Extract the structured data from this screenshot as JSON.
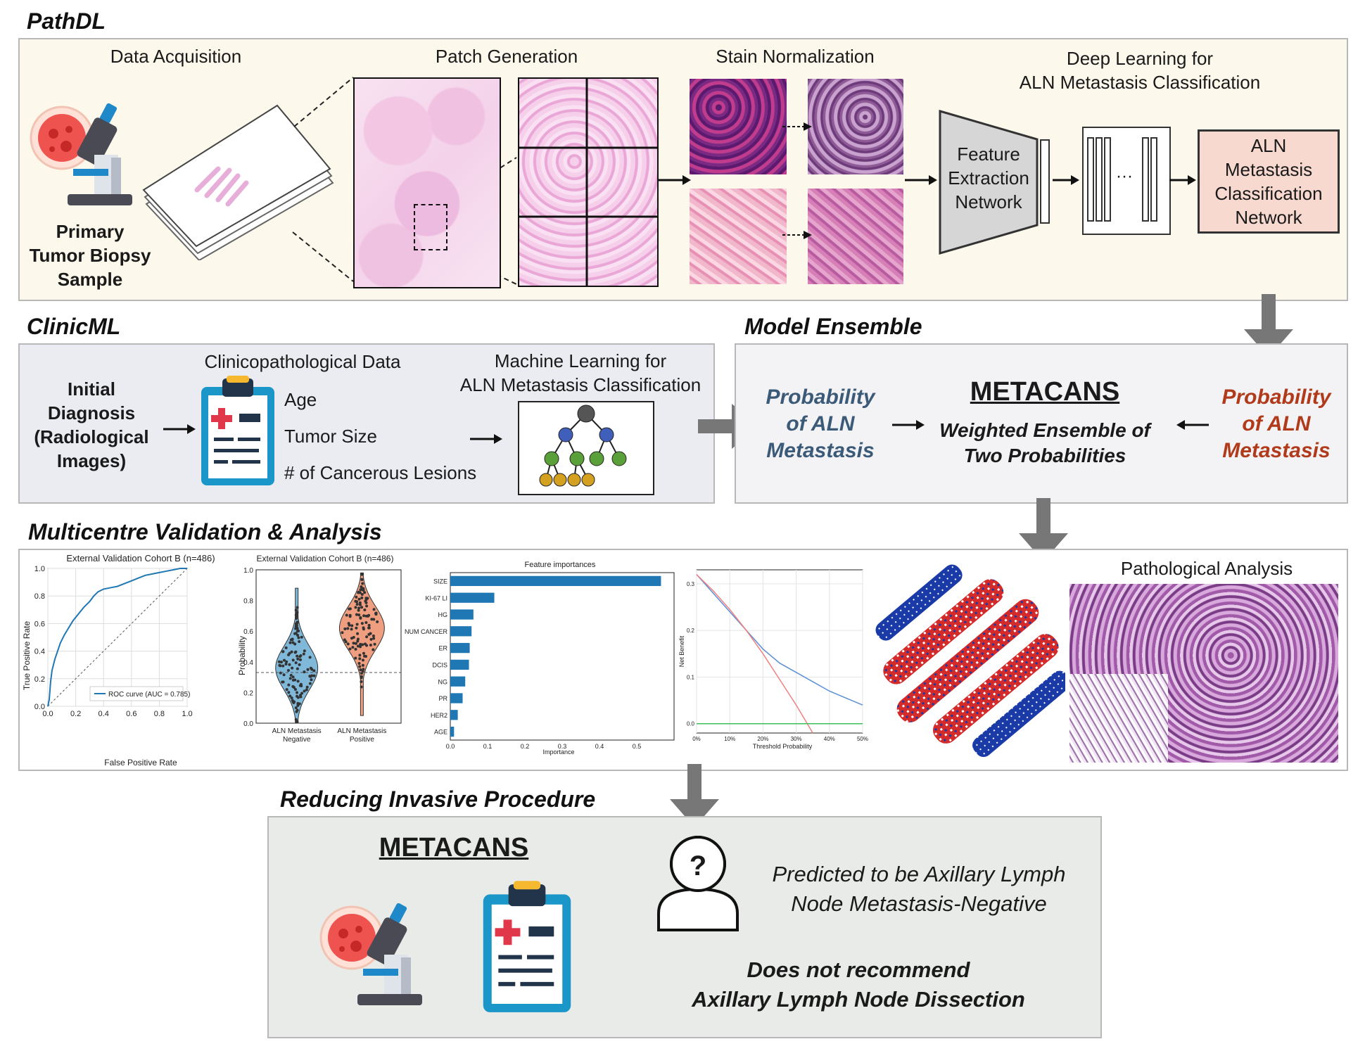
{
  "pathdl": {
    "title": "PathDL",
    "data_acquisition": "Data Acquisition",
    "sample_label": [
      "Primary",
      "Tumor Biopsy",
      "Sample"
    ],
    "patch_generation": "Patch Generation",
    "stain_normalization": "Stain Normalization",
    "deep_learning": [
      "Deep Learning for",
      "ALN Metastasis Classification"
    ],
    "feature_extraction": [
      "Feature",
      "Extraction",
      "Network"
    ],
    "ellipsis": "···",
    "aln_network": [
      "ALN",
      "Metastasis",
      "Classification",
      "Network"
    ]
  },
  "clinicml": {
    "title": "ClinicML",
    "initial_diagnosis": [
      "Initial",
      "Diagnosis",
      "(Radiological",
      "Images)"
    ],
    "clinicopathological": "Clinicopathological Data",
    "features": [
      "Age",
      "Tumor Size",
      "# of Cancerous Lesions"
    ],
    "ml_title": [
      "Machine Learning for",
      "ALN Metastasis Classification"
    ]
  },
  "ensemble": {
    "title": "Model Ensemble",
    "prob_left": [
      "Probability",
      "of ALN",
      "Metastasis"
    ],
    "metacans": "METACANS",
    "weighted": [
      "Weighted Ensemble of",
      "Two Probabilities"
    ],
    "prob_right": [
      "Probability",
      "of ALN",
      "Metastasis"
    ],
    "color_left": "#3a5a78",
    "color_right": "#b03a1a"
  },
  "validation": {
    "title": "Multicentre Validation & Analysis",
    "pathological_analysis": "Pathological Analysis"
  },
  "reducing": {
    "title": "Reducing Invasive Procedure",
    "metacans": "METACANS",
    "question_mark": "?",
    "predicted": [
      "Predicted to be Axillary Lymph",
      "Node Metastasis-Negative"
    ],
    "recommend": [
      "Does not recommend",
      "Axillary Lymph Node Dissection"
    ]
  },
  "chart_data": [
    {
      "type": "line",
      "title": "External Validation Cohort B (n=486)",
      "xlabel": "False Positive Rate",
      "ylabel": "True Positive Rate",
      "xlim": [
        0,
        1
      ],
      "ylim": [
        0,
        1
      ],
      "xticks": [
        "0.0",
        "0.2",
        "0.4",
        "0.6",
        "0.8",
        "1.0"
      ],
      "yticks": [
        "0.0",
        "0.2",
        "0.4",
        "0.6",
        "0.8",
        "1.0"
      ],
      "legend": "bottom-right",
      "grid": true,
      "series": [
        {
          "name": "ROC curve (AUC = 0.785)",
          "x": [
            0,
            0.01,
            0.02,
            0.03,
            0.05,
            0.07,
            0.09,
            0.12,
            0.15,
            0.18,
            0.22,
            0.26,
            0.3,
            0.33,
            0.36,
            0.4,
            0.45,
            0.5,
            0.55,
            0.6,
            0.65,
            0.7,
            0.75,
            0.8,
            0.85,
            0.9,
            0.95,
            1.0
          ],
          "y": [
            0,
            0.05,
            0.18,
            0.26,
            0.34,
            0.4,
            0.46,
            0.52,
            0.57,
            0.62,
            0.67,
            0.72,
            0.76,
            0.8,
            0.83,
            0.85,
            0.86,
            0.87,
            0.89,
            0.91,
            0.93,
            0.95,
            0.96,
            0.97,
            0.98,
            0.99,
            1.0,
            1.0
          ]
        }
      ]
    },
    {
      "type": "scatter",
      "title": "External Validation Cohort B (n=486)",
      "xlabel": "",
      "ylabel": "Probability",
      "ylim": [
        0,
        1
      ],
      "yticks": [
        "0.0",
        "0.2",
        "0.4",
        "0.6",
        "0.8",
        "1.0"
      ],
      "categories": [
        "ALN Metastasis Negative",
        "ALN Metastasis Positive"
      ],
      "threshold": 0.33,
      "colors": [
        "#7fb8d8",
        "#ef9f80"
      ]
    },
    {
      "type": "bar",
      "title": "Feature importances",
      "xlabel": "Importance",
      "categories": [
        "SIZE",
        "KI-67 LI",
        "HG",
        "NUM CANCER",
        "ER",
        "DCIS",
        "NG",
        "PR",
        "HER2",
        "AGE"
      ],
      "values": [
        0.565,
        0.118,
        0.062,
        0.057,
        0.052,
        0.05,
        0.04,
        0.033,
        0.02,
        0.01
      ],
      "xlim": [
        0,
        0.6
      ],
      "xticks": [
        "0.0",
        "0.1",
        "0.2",
        "0.3",
        "0.4",
        "0.5"
      ],
      "color": "#1f77b4"
    },
    {
      "type": "line",
      "title": "",
      "xlabel": "Threshold Probability",
      "ylabel": "Net Benefit",
      "xlim": [
        0,
        0.5
      ],
      "ylim": [
        -0.02,
        0.33
      ],
      "xticks": [
        "0%",
        "10%",
        "20%",
        "30%",
        "40%",
        "50%"
      ],
      "yticks": [
        "0.0",
        "0.1",
        "0.2",
        "0.3"
      ],
      "grid": true,
      "series": [
        {
          "x": [
            0,
            0.05,
            0.1,
            0.15,
            0.2,
            0.25,
            0.3,
            0.35,
            0.4,
            0.45,
            0.5
          ],
          "y": [
            0.32,
            0.28,
            0.24,
            0.2,
            0.16,
            0.13,
            0.11,
            0.09,
            0.07,
            0.055,
            0.04
          ],
          "color": "#5b8fd6"
        },
        {
          "x": [
            0,
            0.05,
            0.1,
            0.15,
            0.2,
            0.25,
            0.3,
            0.35
          ],
          "y": [
            0.32,
            0.285,
            0.245,
            0.2,
            0.15,
            0.095,
            0.04,
            -0.02
          ],
          "color": "#f08080"
        },
        {
          "x": [
            0,
            0.5
          ],
          "y": [
            0,
            0
          ],
          "color": "#3cbf5a"
        }
      ]
    }
  ]
}
